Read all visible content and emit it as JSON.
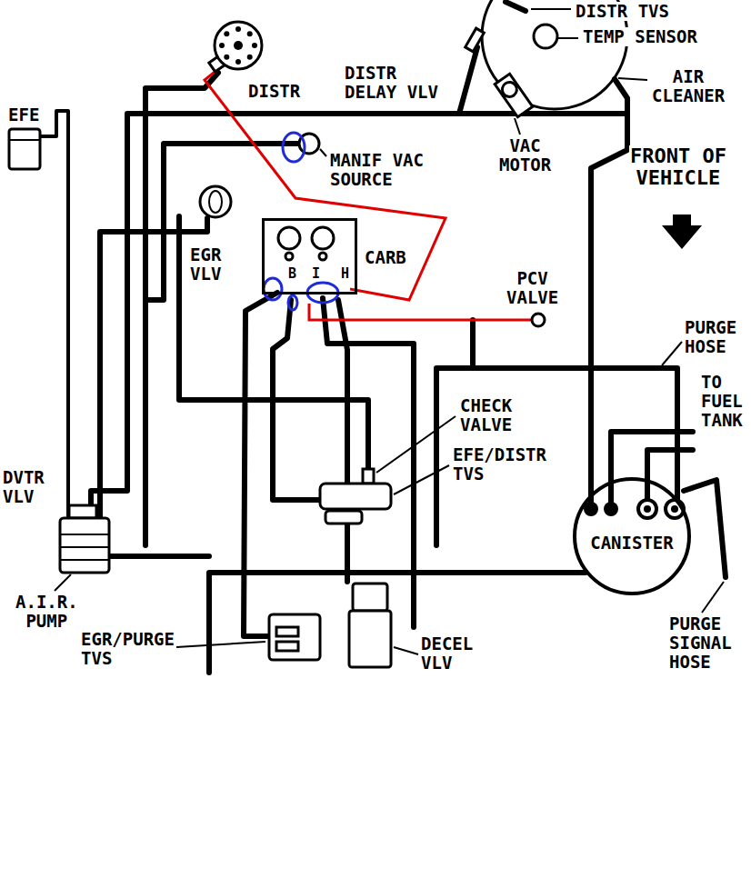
{
  "diagram": {
    "nodes": [
      {
        "text": [
          "CARB",
          "B",
          "I",
          "H"
        ]
      },
      {
        "text": [
          "CANISTER"
        ]
      }
    ],
    "labels": [
      "DISTR TVS",
      "TEMP SENSOR",
      "AIR CLEANER",
      "DISTR",
      "DISTR DELAY VLV",
      "EFE",
      "MANIF VAC SOURCE",
      "VAC MOTOR",
      "FRONT OF VEHICLE",
      "EGR VLV",
      "PCV VALVE",
      "PURGE HOSE",
      "TO FUEL TANK",
      "CHECK VALVE",
      "EFE/DISTR TVS",
      "DVTR VLV",
      "A.I.R. PUMP",
      "EGR/PURGE TVS",
      "DECEL VLV",
      "PURGE SIGNAL HOSE"
    ]
  }
}
